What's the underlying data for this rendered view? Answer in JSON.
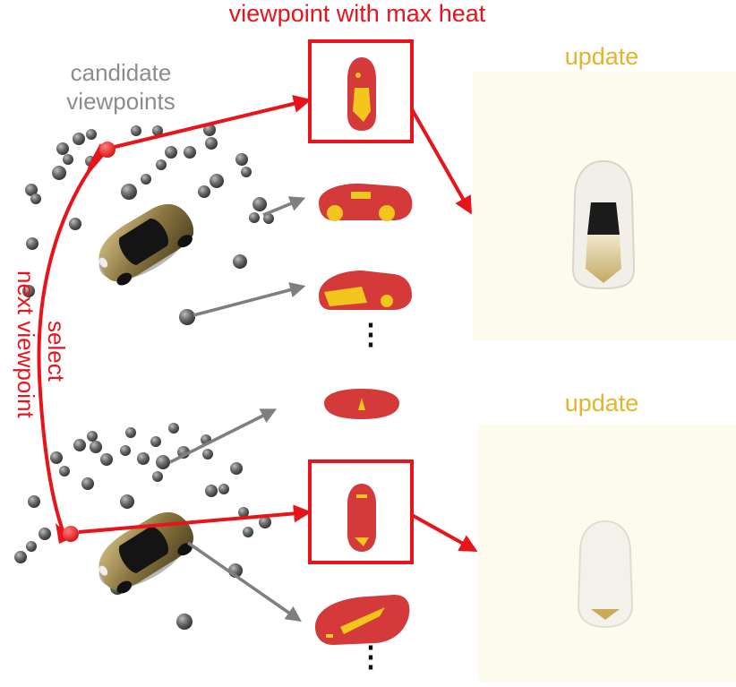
{
  "labels": {
    "title": "viewpoint with max heat",
    "candidate_line1": "candidate",
    "candidate_line2": "viewpoints",
    "update_top": "update",
    "update_bottom": "update",
    "select": "select",
    "next_viewpoint": "next viewpoint",
    "ellipsis_top": "⋮",
    "ellipsis_bottom": "⋮"
  },
  "colors": {
    "red": "#e8131b",
    "gold": "#e2b52c",
    "gray_text": "#8c8c8c",
    "gray_arrow": "#7f7f7f",
    "sphere": "#5a5a5a",
    "panel": "#fdfbee",
    "heat_red": "#d43a3a",
    "heat_yellow": "#f2c61d"
  },
  "icons": {
    "car_photo": "car-photo-icon",
    "sphere": "sphere-icon",
    "heat_render": "car-heatmap-icon"
  }
}
